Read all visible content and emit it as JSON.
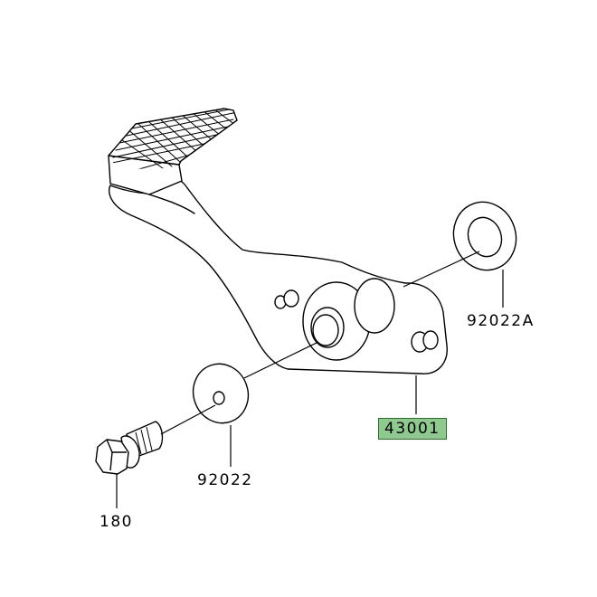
{
  "colors": {
    "line": "#000000",
    "part_fill": "#ffffff",
    "highlight": "#8fc98f",
    "highlight_border": "#2e6b2e"
  },
  "parts": [
    {
      "id": "part-92022A",
      "number": "92022A",
      "name": "washer",
      "highlighted": false
    },
    {
      "id": "part-43001",
      "number": "43001",
      "name": "brake-pedal",
      "highlighted": true
    },
    {
      "id": "part-92022",
      "number": "92022",
      "name": "washer",
      "highlighted": false
    },
    {
      "id": "part-180",
      "number": "180",
      "name": "bolt",
      "highlighted": false
    }
  ]
}
